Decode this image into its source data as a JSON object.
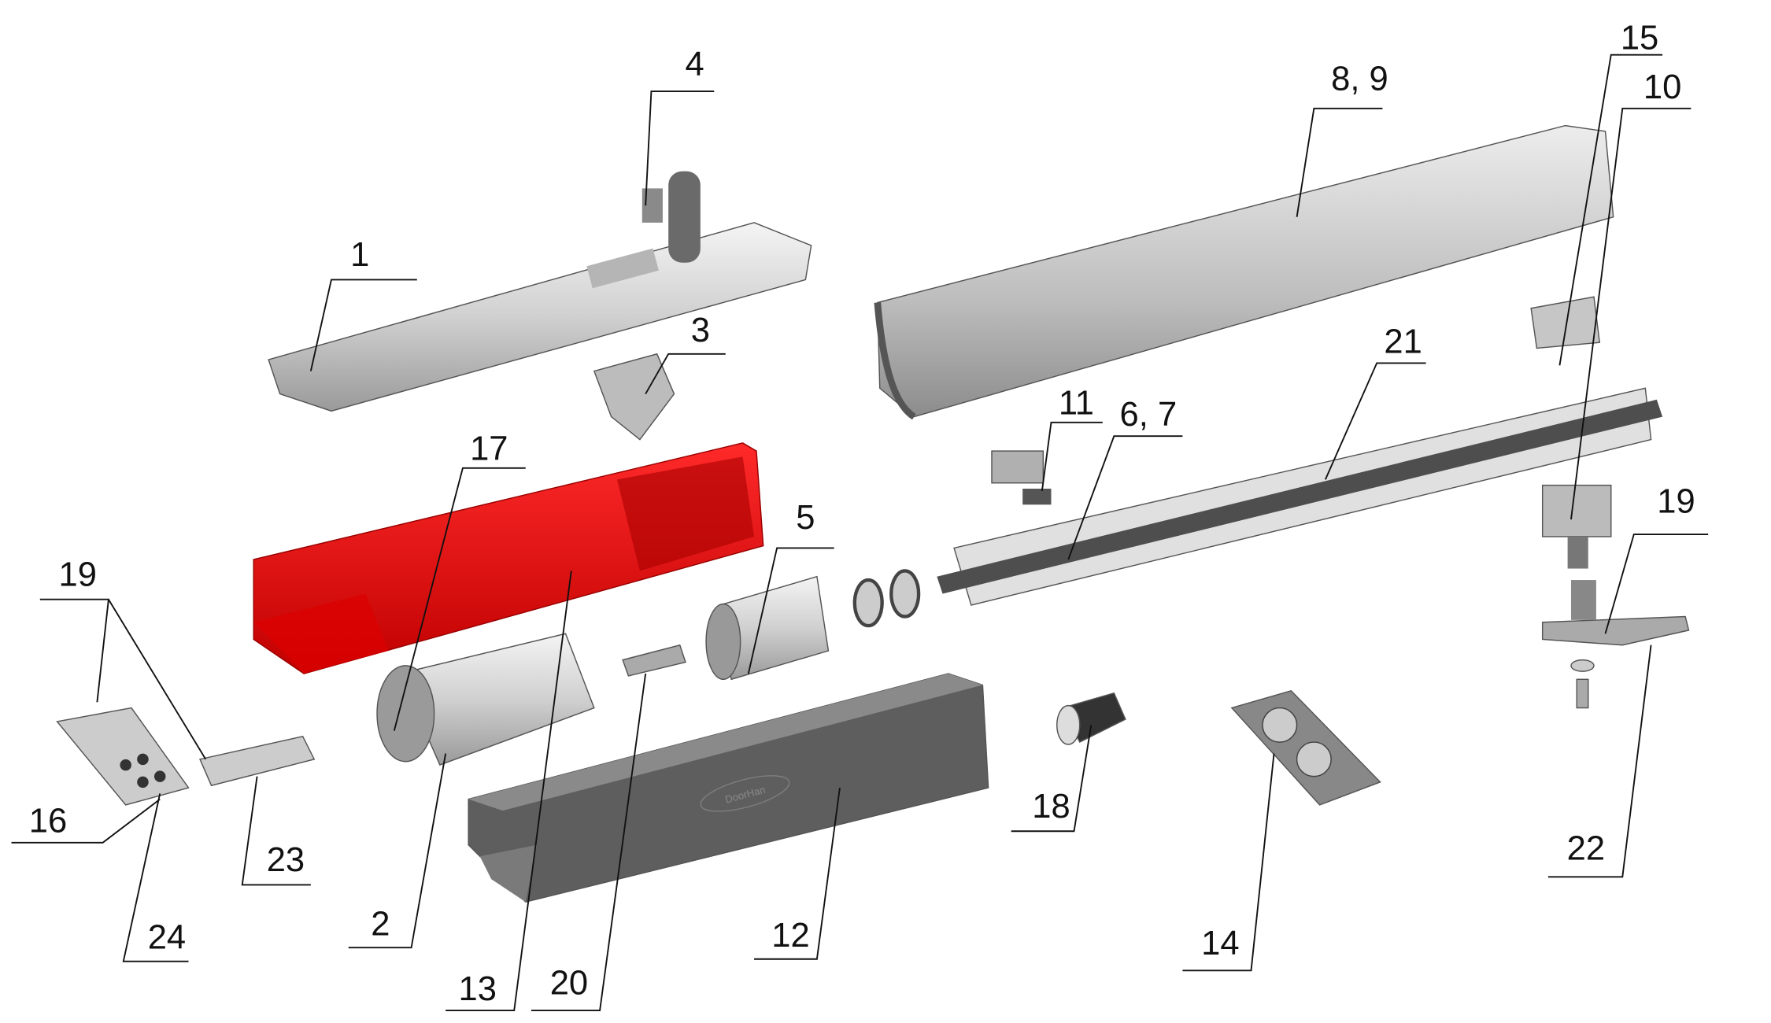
{
  "title": "Exploded parts diagram",
  "logo_text": "DoorHan",
  "colors": {
    "highlight": "#e8141a",
    "metal": "#d4d4d4",
    "dark_part": "#5a5a5a"
  },
  "labels": {
    "p1": "1",
    "p2": "2",
    "p3": "3",
    "p4": "4",
    "p5": "5",
    "p6_7": "6, 7",
    "p8_9": "8, 9",
    "p10": "10",
    "p11": "11",
    "p12": "12",
    "p13": "13",
    "p14": "14",
    "p15": "15",
    "p16": "16",
    "p17": "17",
    "p18": "18",
    "p19_left": "19",
    "p19_right": "19",
    "p20": "20",
    "p21": "21",
    "p22": "22",
    "p23": "23",
    "p24": "24"
  }
}
